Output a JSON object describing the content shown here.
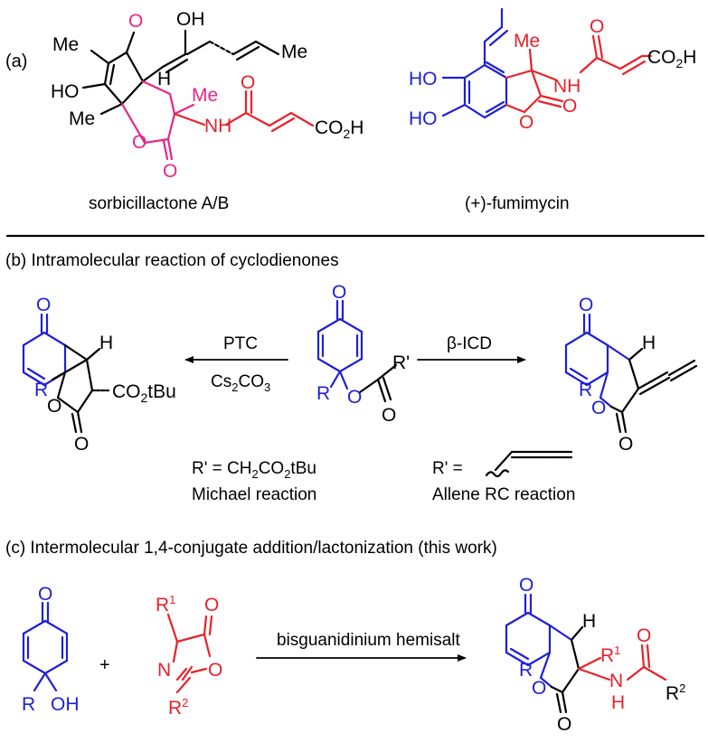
{
  "panel_a": {
    "label": "(a)",
    "compound_1": {
      "name": "sorbicillactone A/B",
      "atoms": {
        "o_top": "O",
        "oh_top": "OH",
        "me_left": "Me",
        "me_right": "Me",
        "h": "H",
        "me_alpha": "Me",
        "ho": "HO",
        "me_bottom": "Me",
        "o_ring": "O",
        "o_carbonyl": "O",
        "nh": "N",
        "nh_h": "H",
        "o_amide": "O",
        "co2h": "CO",
        "co2h_sub": "2",
        "co2h_h": "H"
      }
    },
    "compound_2": {
      "name": "(+)-fumimycin",
      "atoms": {
        "o_amide": "O",
        "co2h": "CO",
        "co2h_sub": "2",
        "co2h_h": "H",
        "me": "Me",
        "nh": "NH",
        "ho_top": "HO",
        "ho_bottom": "HO",
        "o_ring": "O",
        "o_carbonyl": "O"
      }
    }
  },
  "panel_b": {
    "label": "(b) Intramolecular reaction of cyclodienones",
    "left_product": {
      "o_top": "O",
      "h": "H",
      "co2tbu": "CO",
      "co2tbu_sub": "2",
      "co2tbu_tail": "tBu",
      "r": "R",
      "o_ring": "O",
      "o_carbonyl": "O"
    },
    "center_sm": {
      "o_top": "O",
      "r": "R",
      "o_ester": "O",
      "r_prime": "R'",
      "o_carbonyl": "O"
    },
    "right_product": {
      "o_top": "O",
      "h": "H",
      "r": "R",
      "o_ring": "O",
      "o_carbonyl": "O"
    },
    "arrow_left": {
      "above": "PTC",
      "below_main": "Cs",
      "below_sub": "2",
      "below_tail": "CO",
      "below_sub2": "3"
    },
    "arrow_right": {
      "above": "β-ICD"
    },
    "left_caption": {
      "rprime_def": "R' = CH",
      "rprime_sub": "2",
      "rprime_tail": "CO",
      "rprime_sub2": "2",
      "rprime_end": "tBu",
      "reaction": "Michael reaction"
    },
    "right_caption": {
      "rprime_def": "R' =",
      "reaction": "Allene RC reaction"
    }
  },
  "panel_c": {
    "label": "(c) Intermolecular 1,4-conjugate addition/lactonization (this work)",
    "dienone": {
      "o_top": "O",
      "r": "R",
      "oh": "OH"
    },
    "plus": "+",
    "azlactone": {
      "r1": "R",
      "r1_sup": "1",
      "o_exo": "O",
      "n": "N",
      "o_ring": "O",
      "r2": "R",
      "r2_sup": "2"
    },
    "arrow": {
      "above": "bisguanidinium hemisalt"
    },
    "product": {
      "o_top": "O",
      "h": "H",
      "r1": "R",
      "r1_sup": "1",
      "r": "R",
      "o_ring": "O",
      "o_carbonyl": "O",
      "n": "N",
      "nh_h": "H",
      "o_amide": "O",
      "r2": "R",
      "r2_sup": "2"
    }
  },
  "colors": {
    "black": "#000000",
    "blue": "#1f1fd8",
    "red": "#e8212a",
    "pink": "#e8258a"
  }
}
